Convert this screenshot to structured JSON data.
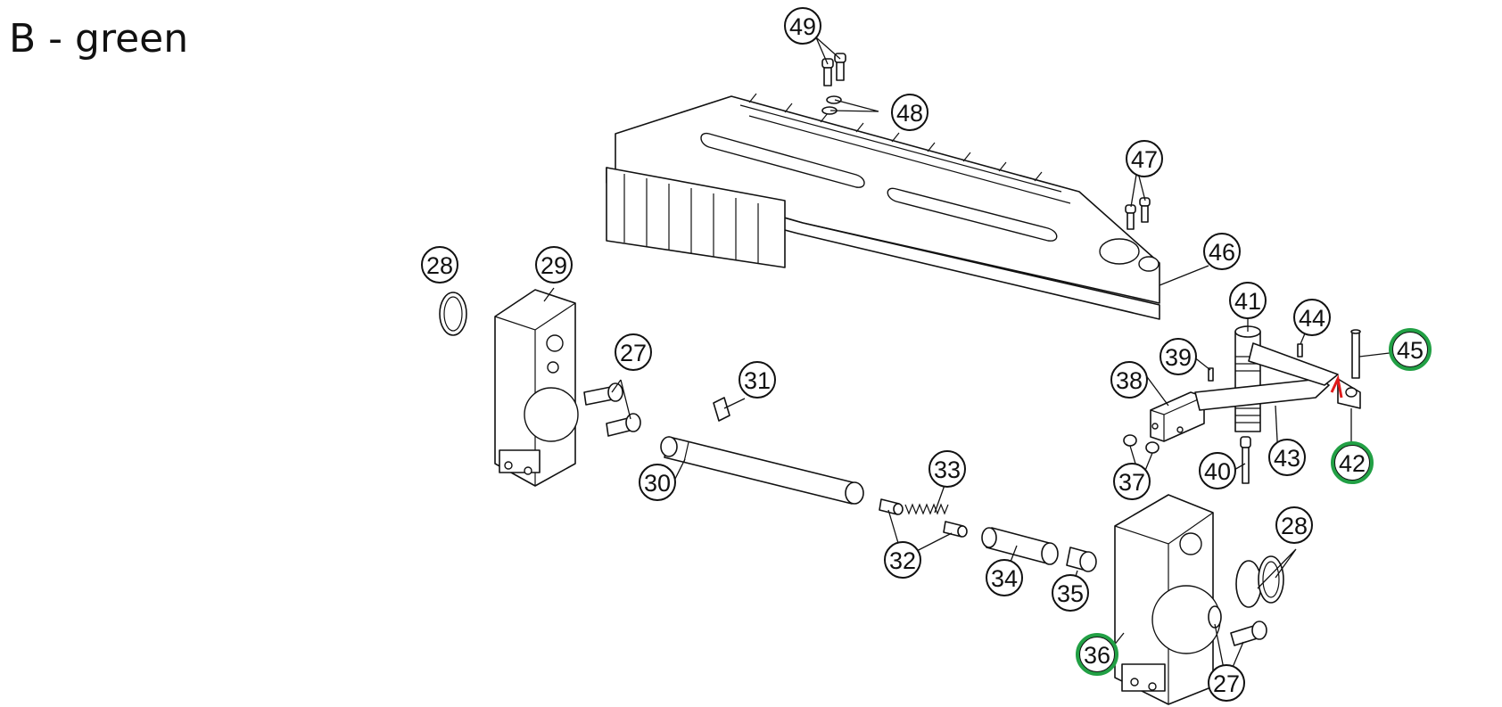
{
  "heading": "B - green",
  "highlight_color": "#22a045",
  "mark_color": "#e01a1a",
  "callouts": [
    {
      "label": "49",
      "highlighted": false
    },
    {
      "label": "48",
      "highlighted": false
    },
    {
      "label": "47",
      "highlighted": false
    },
    {
      "label": "46",
      "highlighted": false
    },
    {
      "label": "28",
      "highlighted": false
    },
    {
      "label": "29",
      "highlighted": false
    },
    {
      "label": "27",
      "highlighted": false
    },
    {
      "label": "31",
      "highlighted": false
    },
    {
      "label": "30",
      "highlighted": false
    },
    {
      "label": "33",
      "highlighted": false
    },
    {
      "label": "32",
      "highlighted": false
    },
    {
      "label": "34",
      "highlighted": false
    },
    {
      "label": "35",
      "highlighted": false
    },
    {
      "label": "41",
      "highlighted": false
    },
    {
      "label": "44",
      "highlighted": false
    },
    {
      "label": "45",
      "highlighted": true
    },
    {
      "label": "39",
      "highlighted": false
    },
    {
      "label": "38",
      "highlighted": false
    },
    {
      "label": "43",
      "highlighted": false
    },
    {
      "label": "42",
      "highlighted": true
    },
    {
      "label": "40",
      "highlighted": false
    },
    {
      "label": "37",
      "highlighted": false
    },
    {
      "label": "28",
      "highlighted": false
    },
    {
      "label": "36",
      "highlighted": true
    },
    {
      "label": "27",
      "highlighted": false
    }
  ]
}
